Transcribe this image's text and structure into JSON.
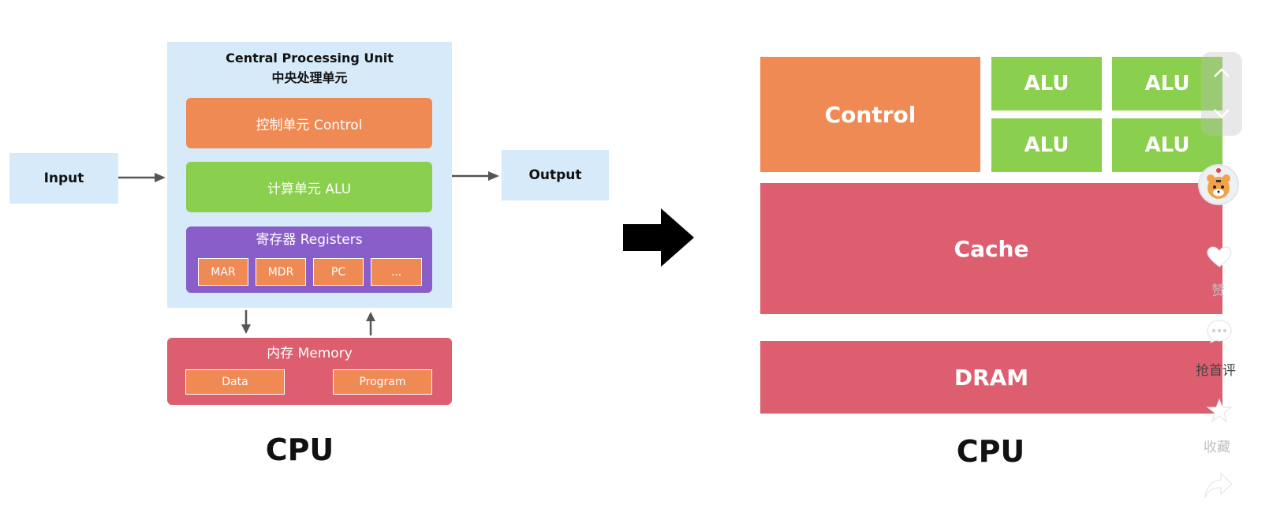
{
  "left_diagram": {
    "input_label": "Input",
    "output_label": "Output",
    "cpu_title_en": "Central Processing Unit",
    "cpu_title_zh": "中央处理单元",
    "control_label": "控制单元 Control",
    "alu_label": "计算单元 ALU",
    "registers_label": "寄存器 Registers",
    "registers": [
      "MAR",
      "MDR",
      "PC",
      "..."
    ],
    "memory_label": "内存 Memory",
    "memory_items": [
      "Data",
      "Program"
    ],
    "caption": "CPU"
  },
  "right_diagram": {
    "control_label": "Control",
    "alu_labels": [
      "ALU",
      "ALU",
      "ALU",
      "ALU"
    ],
    "cache_label": "Cache",
    "dram_label": "DRAM",
    "caption": "CPU"
  },
  "side_panel": {
    "like_label": "赞",
    "comment_label": "抢首评",
    "favorite_label": "收藏",
    "icons": [
      "chevron-up-icon",
      "chevron-down-icon",
      "avatar",
      "heart-icon",
      "comment-icon",
      "star-icon",
      "share-icon"
    ]
  },
  "colors": {
    "panel_blue": "#d6eaf9",
    "control_orange": "#f08a55",
    "alu_green": "#8bcf4e",
    "register_purple": "#8a5ec9",
    "memory_red": "#dd5e6f"
  }
}
